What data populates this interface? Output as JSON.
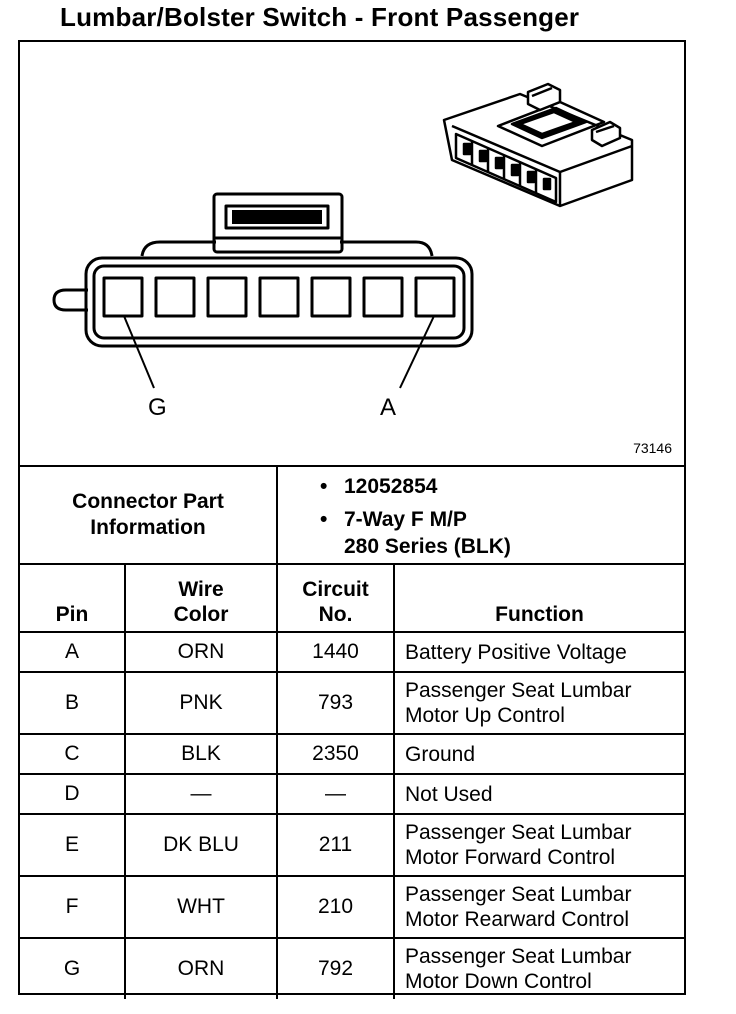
{
  "title": "Lumbar/Bolster Switch - Front Passenger",
  "diagram": {
    "pin_label_left": "G",
    "pin_label_right": "A",
    "figure_number": "73146"
  },
  "connector_info": {
    "label_line1": "Connector Part",
    "label_line2": "Information",
    "bullet": "•",
    "part_number": "12052854",
    "description_line1": "7-Way F M/P",
    "description_line2": "280 Series (BLK)"
  },
  "table": {
    "headers": {
      "pin": "Pin",
      "wire_color_line1": "Wire",
      "wire_color_line2": "Color",
      "circuit_line1": "Circuit",
      "circuit_line2": "No.",
      "function": "Function"
    },
    "rows": [
      {
        "pin": "A",
        "wire": "ORN",
        "circuit": "1440",
        "function_line1": "Battery Positive Voltage",
        "function_line2": ""
      },
      {
        "pin": "B",
        "wire": "PNK",
        "circuit": "793",
        "function_line1": "Passenger Seat Lumbar",
        "function_line2": "Motor Up Control"
      },
      {
        "pin": "C",
        "wire": "BLK",
        "circuit": "2350",
        "function_line1": "Ground",
        "function_line2": ""
      },
      {
        "pin": "D",
        "wire": "—",
        "circuit": "—",
        "function_line1": "Not Used",
        "function_line2": ""
      },
      {
        "pin": "E",
        "wire": "DK BLU",
        "circuit": "211",
        "function_line1": "Passenger Seat Lumbar",
        "function_line2": "Motor Forward Control"
      },
      {
        "pin": "F",
        "wire": "WHT",
        "circuit": "210",
        "function_line1": "Passenger Seat Lumbar",
        "function_line2": "Motor Rearward Control"
      },
      {
        "pin": "G",
        "wire": "ORN",
        "circuit": "792",
        "function_line1": "Passenger Seat Lumbar",
        "function_line2": "Motor Down Control"
      }
    ]
  }
}
